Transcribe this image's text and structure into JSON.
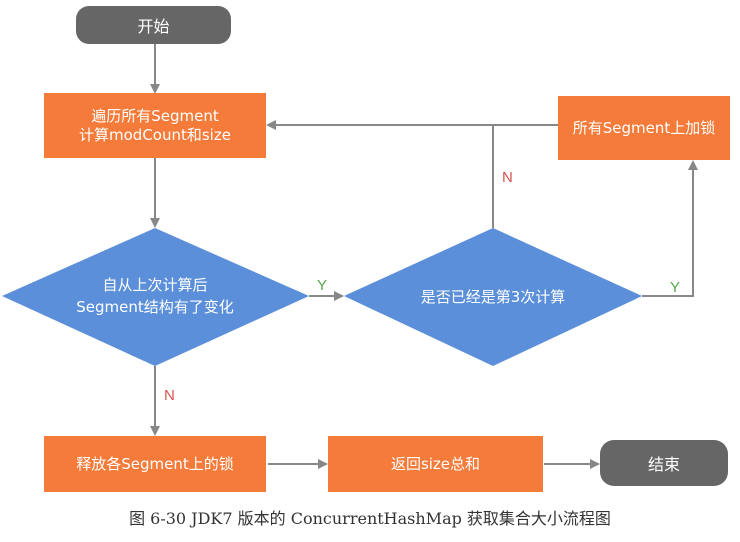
{
  "nodes": {
    "start": "开始",
    "traverse": "遍历所有Segment\n计算modCount和size",
    "decision_changed": "自从上次计算后\nSegment结构有了变化",
    "decision_third": "是否已经是第3次计算",
    "lock_all": "所有Segment上加锁",
    "release_locks": "释放各Segment上的锁",
    "return_size": "返回size总和",
    "end": "结束"
  },
  "labels": {
    "yes_changed": "Y",
    "yes_third": "Y",
    "no_third": "N",
    "no_changed": "N"
  },
  "caption": "图 6-30  JDK7 版本的 ConcurrentHashMap 获取集合大小流程图",
  "colors": {
    "terminal": "#666666",
    "process": "#f47b3a",
    "decision": "#5b8fd9",
    "yes_label": "#5aa64a",
    "no_label": "#d9534f"
  }
}
